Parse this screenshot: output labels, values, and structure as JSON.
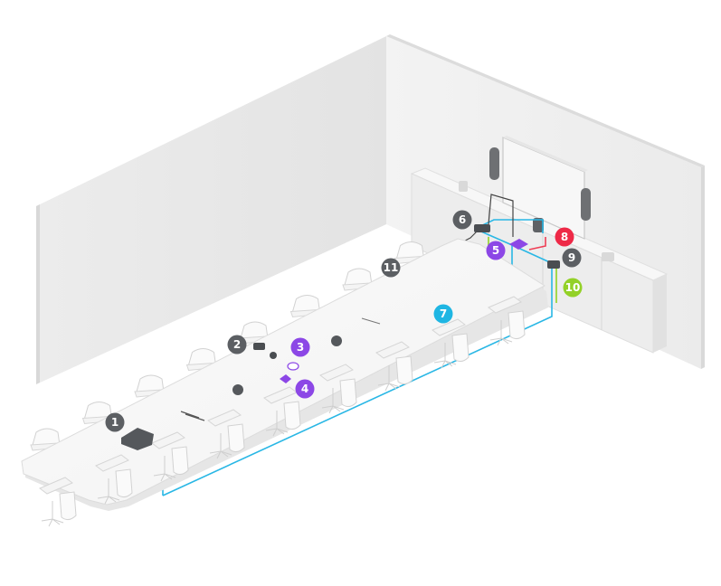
{
  "colors": {
    "gray": "#5c5f63",
    "purple": "#8c47e6",
    "cyan": "#1fb6e3",
    "red": "#ee2947",
    "green": "#93d127",
    "cable_cyan": "#29b7e5",
    "cable_green": "#9bd53b",
    "cable_red": "#ef3d54",
    "cable_dark": "#444444"
  },
  "callouts": [
    {
      "label": "1",
      "color": "gray"
    },
    {
      "label": "2",
      "color": "gray"
    },
    {
      "label": "3",
      "color": "purple"
    },
    {
      "label": "4",
      "color": "purple"
    },
    {
      "label": "5",
      "color": "purple"
    },
    {
      "label": "6",
      "color": "gray"
    },
    {
      "label": "7",
      "color": "cyan"
    },
    {
      "label": "8",
      "color": "red"
    },
    {
      "label": "9",
      "color": "gray"
    },
    {
      "label": "10",
      "color": "green"
    },
    {
      "label": "11",
      "color": "gray"
    }
  ],
  "icons": {
    "room": "conference-room-icon",
    "table": "conference-table-icon",
    "display": "display-screen-icon",
    "speaker": "speaker-icon",
    "camera": "camera-icon"
  }
}
